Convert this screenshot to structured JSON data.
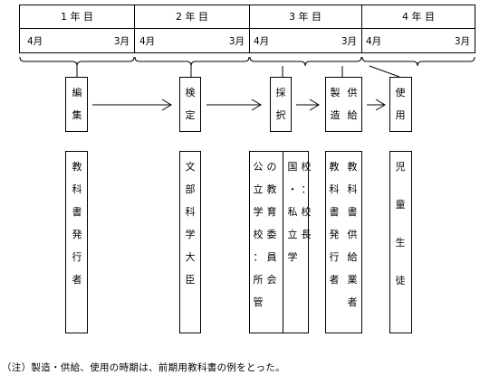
{
  "timeline": {
    "years": [
      {
        "label": "1 年 目",
        "start_month": "4月",
        "end_month": "3月"
      },
      {
        "label": "2 年 目",
        "start_month": "4月",
        "end_month": "3月"
      },
      {
        "label": "3 年 目",
        "start_month": "4月",
        "end_month": "3月"
      },
      {
        "label": "4 年 目",
        "start_month": "4月",
        "end_month": "3月"
      }
    ]
  },
  "stages": [
    {
      "id": "edit",
      "label": "編集"
    },
    {
      "id": "approval",
      "label": "検定"
    },
    {
      "id": "adoption",
      "label": "採択"
    },
    {
      "id": "supply",
      "col1": "製造",
      "col2": "供給"
    },
    {
      "id": "use",
      "label": "使用"
    }
  ],
  "actors": {
    "publisher": "教科書発行者",
    "minister": "文部科学大臣",
    "adopters_public": "公立学校：所管の教育委員会",
    "adopters_private": "国・私立学校：校長",
    "supplier_publisher": "教科書発行者",
    "supplier_vendor": "教科書供給業者",
    "students": "児童生徒"
  },
  "note": "（注）製造・供給、使用の時期は、前期用教科書の例をとった。"
}
